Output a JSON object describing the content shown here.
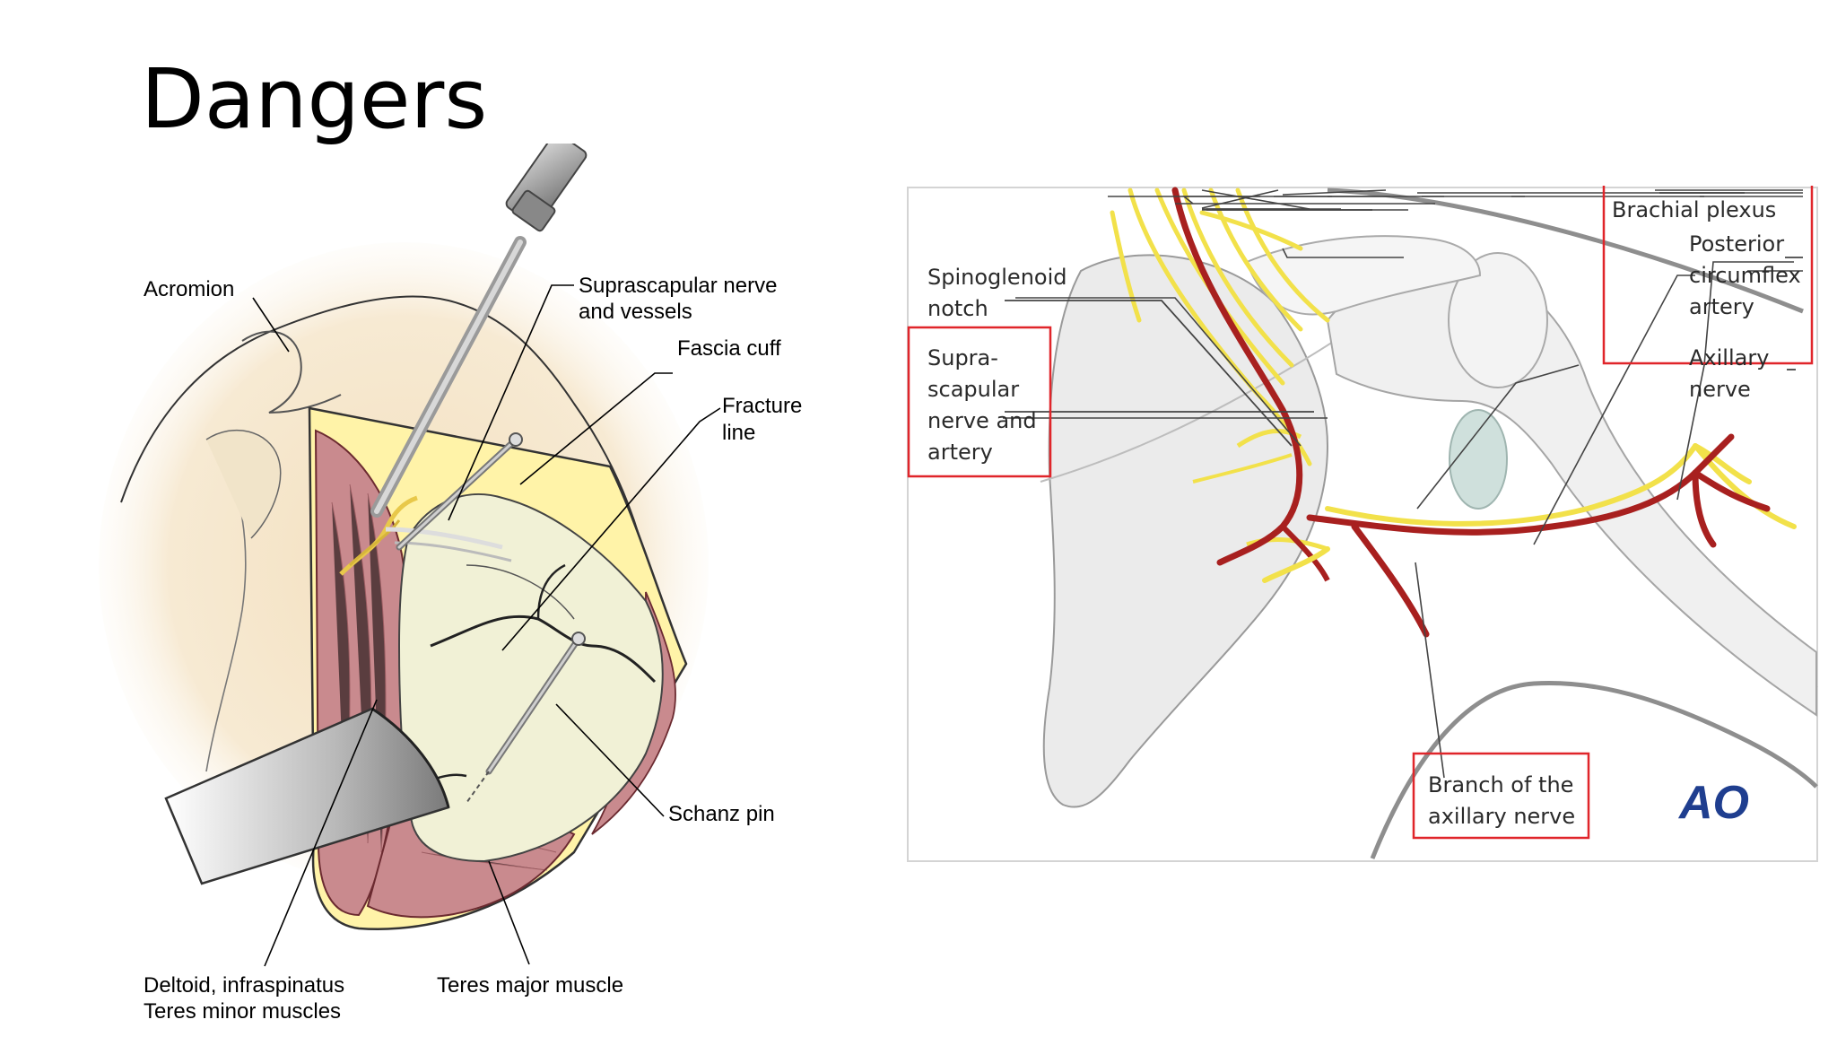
{
  "title": "Dangers",
  "left_figure": {
    "labels": {
      "acromion": "Acromion",
      "suprascapular_1": "Suprascapular nerve",
      "suprascapular_2": "and vessels",
      "fascia_cuff": "Fascia cuff",
      "fracture_1": "Fracture",
      "fracture_2": "line",
      "schanz_pin": "Schanz pin",
      "deltoid_1": "Deltoid, infraspinatus",
      "deltoid_2": "Teres minor muscles",
      "teres_major": "Teres major muscle"
    }
  },
  "right_figure": {
    "labels": {
      "brachial_plexus": "Brachial plexus",
      "spinoglenoid_1": "Spinoglenoid",
      "spinoglenoid_2": "notch",
      "suprascapular_1": "Supra-",
      "suprascapular_2": "scapular",
      "suprascapular_3": "nerve and",
      "suprascapular_4": "artery",
      "posterior_1": "Posterior",
      "posterior_2": "circumflex",
      "posterior_3": "artery",
      "axillary_1": "Axillary",
      "axillary_2": "nerve",
      "branch_1": "Branch of the",
      "branch_2": "axillary nerve",
      "logo": "AO"
    },
    "highlight_color": "#e0252a",
    "nerve_color": "#f2e14a",
    "artery_color": "#a8201f"
  }
}
